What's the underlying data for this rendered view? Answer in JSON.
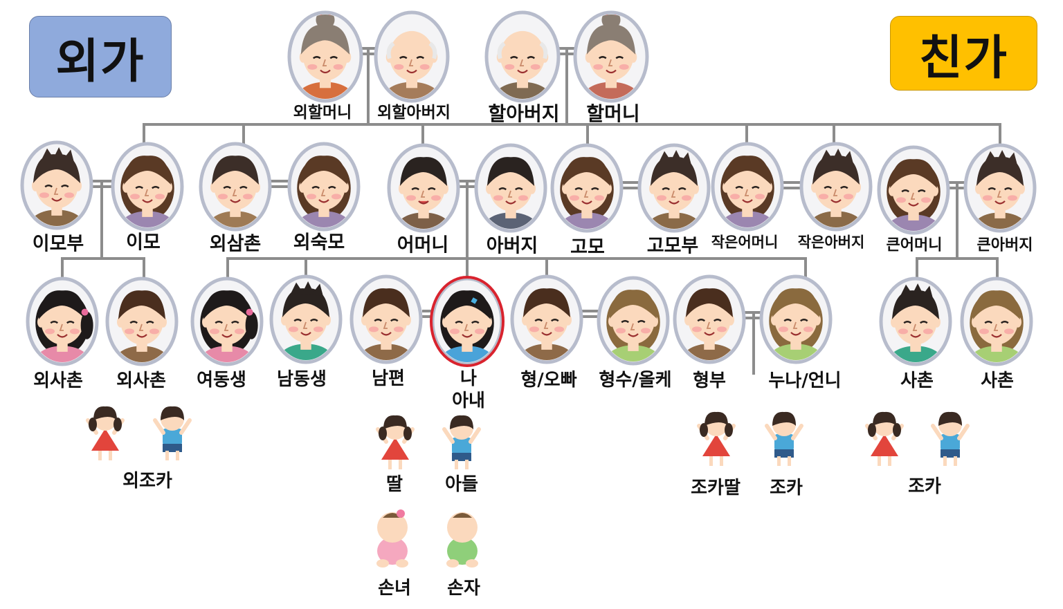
{
  "badges": {
    "maternal": {
      "text": "외가",
      "color": "#8faadc"
    },
    "paternal": {
      "text": "친가",
      "color": "#ffc000"
    }
  },
  "colors": {
    "line": "#8c8c8c",
    "highlight": "#d9232e",
    "frame": "#b7bccc",
    "skin": "#fbd9bd",
    "cheek": "#f7a6a4"
  },
  "people": [
    {
      "id": "maternal-grandmother",
      "label": "외할머니",
      "hair": "#8a7e73",
      "style": "bun",
      "outfit": "#d76f3e"
    },
    {
      "id": "maternal-grandfather",
      "label": "외할아버지",
      "hair": "#e0c3a8",
      "style": "bald",
      "outfit": "#a57c5a"
    },
    {
      "id": "paternal-grandfather",
      "label": "할아버지",
      "hair": "#e0c3a8",
      "style": "bald",
      "outfit": "#7f6a52"
    },
    {
      "id": "paternal-grandmother",
      "label": "할머니",
      "hair": "#8a7e73",
      "style": "bun",
      "outfit": "#c46b5a"
    },
    {
      "id": "imobu",
      "label": "이모부",
      "hair": "#3c2e28",
      "style": "spiky",
      "outfit": "#8a6a48"
    },
    {
      "id": "imo",
      "label": "이모",
      "hair": "#5a3a25",
      "style": "long",
      "outfit": "#9b86b0"
    },
    {
      "id": "oesamchon",
      "label": "외삼촌",
      "hair": "#3c2e28",
      "style": "short",
      "outfit": "#9e7a55"
    },
    {
      "id": "oesukmo",
      "label": "외숙모",
      "hair": "#5a3a25",
      "style": "long",
      "outfit": "#9b86b0"
    },
    {
      "id": "mother",
      "label": "어머니",
      "hair": "#2a2320",
      "style": "short",
      "outfit": "#7d6048"
    },
    {
      "id": "father",
      "label": "아버지",
      "hair": "#2a2320",
      "style": "short",
      "outfit": "#5b6375"
    },
    {
      "id": "gomo",
      "label": "고모",
      "hair": "#5a3a25",
      "style": "long",
      "outfit": "#9b86b0"
    },
    {
      "id": "gomobu",
      "label": "고모부",
      "hair": "#3c2e28",
      "style": "spiky",
      "outfit": "#8a6a48"
    },
    {
      "id": "jageun-eomeoni",
      "label": "작은어머니",
      "hair": "#5a3a25",
      "style": "long",
      "outfit": "#9b86b0"
    },
    {
      "id": "jageun-abeoji",
      "label": "작은아버지",
      "hair": "#3c2e28",
      "style": "spiky",
      "outfit": "#8a6a48"
    },
    {
      "id": "keun-eomeoni",
      "label": "큰어머니",
      "hair": "#5a3a25",
      "style": "long",
      "outfit": "#9b86b0"
    },
    {
      "id": "keun-abeoji",
      "label": "큰아버지",
      "hair": "#3c2e28",
      "style": "spiky",
      "outfit": "#8a6a48"
    },
    {
      "id": "oesachon-1",
      "label": "외사촌",
      "hair": "#1e1a1a",
      "style": "pigtail",
      "outfit": "#e78aa8"
    },
    {
      "id": "oesachon-2",
      "label": "외사촌",
      "hair": "#4a2e1e",
      "style": "short",
      "outfit": "#8e6a48"
    },
    {
      "id": "younger-sister",
      "label": "여동생",
      "hair": "#1e1a1a",
      "style": "pigtail",
      "outfit": "#e78aa8"
    },
    {
      "id": "younger-brother",
      "label": "남동생",
      "hair": "#2a2320",
      "style": "spiky",
      "outfit": "#3aa88a"
    },
    {
      "id": "husband",
      "label": "남편",
      "hair": "#4a2e1e",
      "style": "short",
      "outfit": "#8e6a48"
    },
    {
      "id": "me",
      "label": "나",
      "hair": "#1e1a1a",
      "style": "bob",
      "outfit": "#4aa3d9"
    },
    {
      "id": "older-brother",
      "label": "형/오빠",
      "hair": "#4a2e1e",
      "style": "short",
      "outfit": "#8e6a48"
    },
    {
      "id": "sister-in-law",
      "label": "형수/올케",
      "hair": "#8a6a3e",
      "style": "long",
      "outfit": "#a7cf74"
    },
    {
      "id": "brother-in-law",
      "label": "형부",
      "hair": "#4a2e1e",
      "style": "short",
      "outfit": "#8e6a48"
    },
    {
      "id": "older-sister",
      "label": "누나/언니",
      "hair": "#8a6a3e",
      "style": "long",
      "outfit": "#a7cf74"
    },
    {
      "id": "cousin-1",
      "label": "사촌",
      "hair": "#2a2320",
      "style": "spiky",
      "outfit": "#3aa88a"
    },
    {
      "id": "cousin-2",
      "label": "사촌",
      "hair": "#8a6a3e",
      "style": "long",
      "outfit": "#a7cf74"
    }
  ],
  "wife_label": "아내",
  "children": [
    {
      "id": "oe-joka-girl",
      "type": "girl"
    },
    {
      "id": "oe-joka-boy",
      "type": "boy"
    },
    {
      "id": "daughter",
      "type": "girl",
      "label": "딸"
    },
    {
      "id": "son",
      "type": "boy",
      "label": "아들"
    },
    {
      "id": "joka-ttal-figure",
      "type": "girl",
      "label": "조카딸"
    },
    {
      "id": "joka-boy",
      "type": "boy",
      "label": "조카"
    },
    {
      "id": "cousin-child-girl",
      "type": "girl"
    },
    {
      "id": "cousin-child-boy",
      "type": "boy"
    },
    {
      "id": "granddaughter",
      "type": "baby-girl",
      "label": "손녀"
    },
    {
      "id": "grandson",
      "type": "baby-boy",
      "label": "손자"
    }
  ],
  "group_labels": [
    {
      "id": "oe-joka",
      "label": "외조카"
    },
    {
      "id": "cousin-joka",
      "label": "조카"
    }
  ]
}
